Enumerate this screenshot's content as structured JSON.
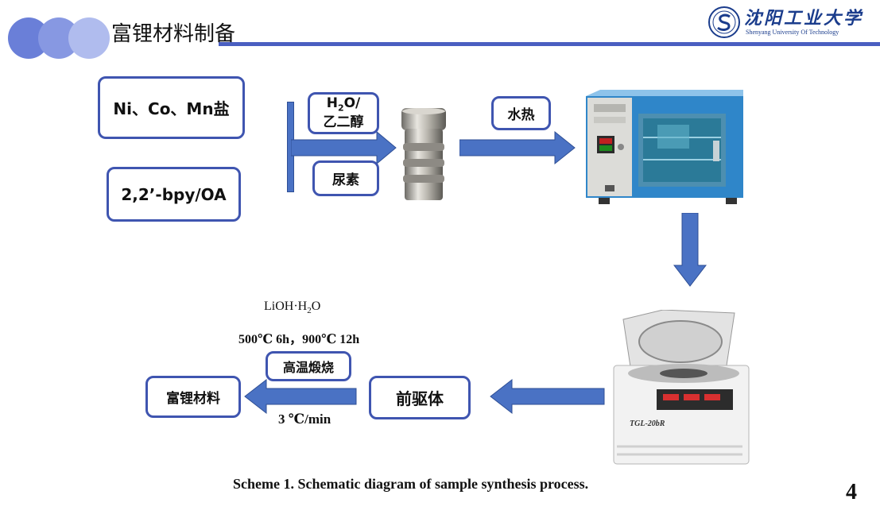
{
  "header": {
    "title": "富锂材料制备",
    "logo_cn": "沈阳工业大学",
    "logo_en": "Shenyang University Of Technology"
  },
  "diagram": {
    "salt_box": "Ni、Co、Mn盐",
    "ligand_box": "2,2’-bpy/OA",
    "solvent_line1_pre": "H",
    "solvent_line1_sub": "2",
    "solvent_line1_post": "O/",
    "solvent_line2": "乙二醇",
    "urea_box": "尿素",
    "hydrothermal_box": "水热",
    "lioh_pre": "LiOH·H",
    "lioh_sub": "2",
    "lioh_post": "O",
    "calcination_conditions": "500℃ 6h，900℃ 12h",
    "calcination_box": "高温煅烧",
    "heating_rate": "3 ℃/min",
    "precursor_box": "前驱体",
    "product_box": "富锂材料",
    "centrifuge_label": "TGL-20bR"
  },
  "caption": "Scheme 1. Schematic diagram of sample synthesis process.",
  "page_number": "4",
  "colors": {
    "accent": "#3f55b0",
    "arrow": "#4a72c4",
    "circle1": "#5a6fd6",
    "circle2": "#7b8de0",
    "circle3": "#a9b4ec"
  }
}
